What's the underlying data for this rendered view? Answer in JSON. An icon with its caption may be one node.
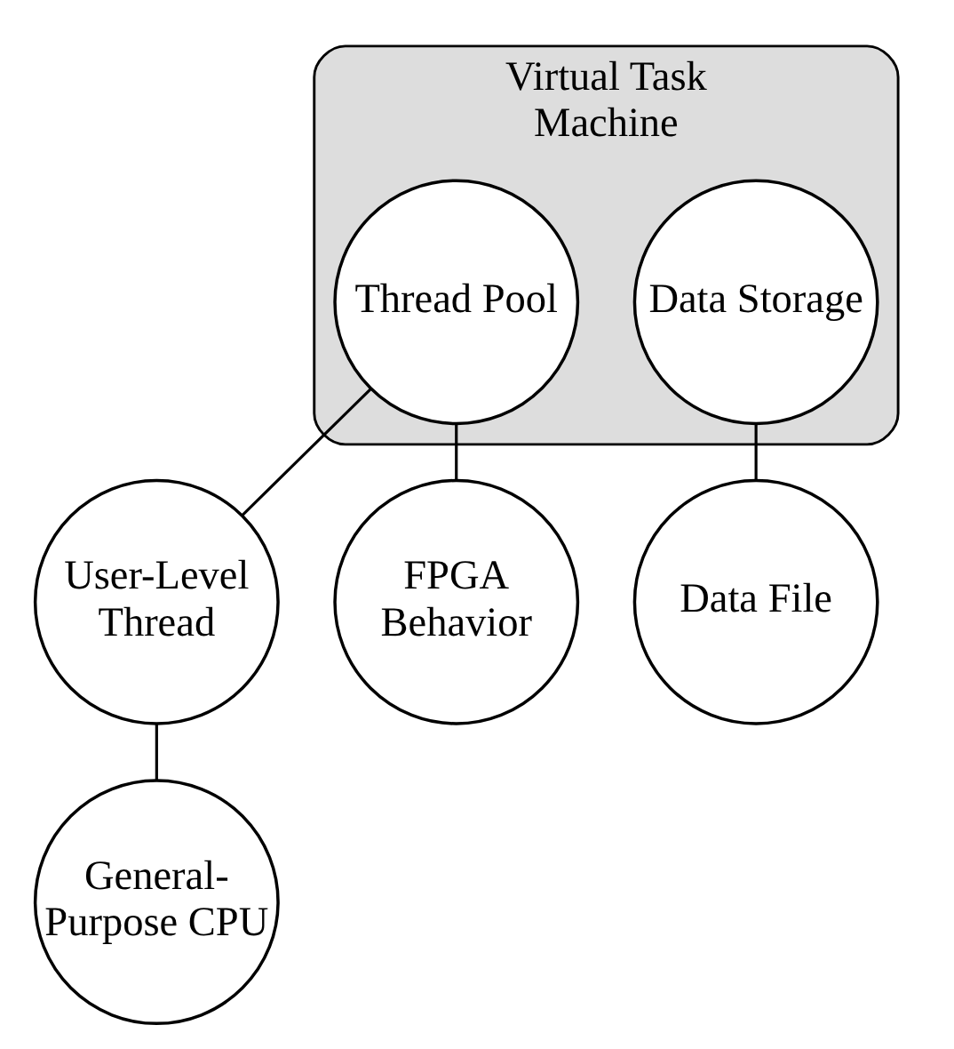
{
  "diagram": {
    "nodes": [
      {
        "text": [
          "Virtual Task Machine"
        ]
      },
      {
        "text": [
          "Thread Pool"
        ],
        "in": 0
      },
      {
        "text": [
          "Data Storage"
        ],
        "in": 0
      },
      {
        "text": [
          "User-Level Thread"
        ]
      },
      {
        "text": [
          "FPGA Behavior"
        ]
      },
      {
        "text": [
          "Data File"
        ]
      },
      {
        "text": [
          "General-Purpose CPU"
        ]
      }
    ],
    "edges": [
      {
        "from": 1,
        "to": 3,
        "arrow": "none"
      },
      {
        "from": 1,
        "to": 4,
        "arrow": "none"
      },
      {
        "from": 2,
        "to": 5,
        "arrow": "none"
      },
      {
        "from": 3,
        "to": 6,
        "arrow": "none"
      }
    ]
  }
}
